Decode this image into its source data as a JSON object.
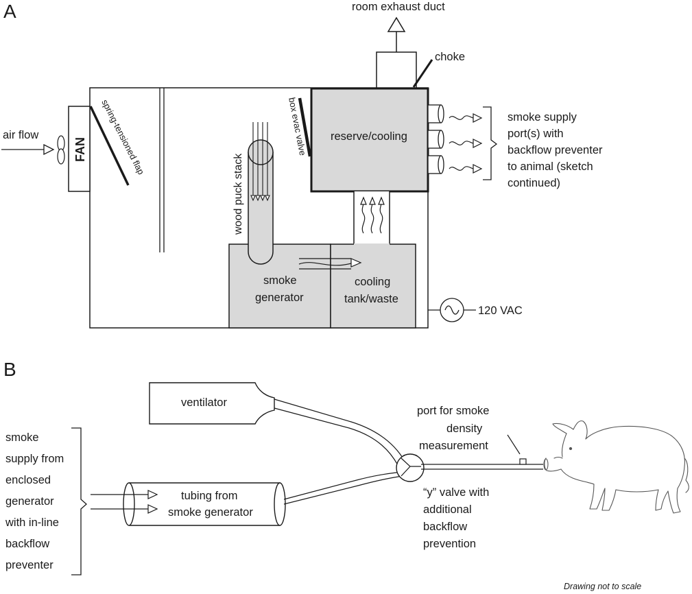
{
  "panels": {
    "a": "A",
    "b": "B"
  },
  "panel_a": {
    "room_exhaust": "room exhaust duct",
    "choke": "choke",
    "air_flow": "air flow",
    "fan": "FAN",
    "flap": "spring-tensioned flap",
    "box_evac_valve": "box evac valve",
    "reserve_cooling": "reserve/cooling",
    "wood_puck_stack": "wood puck stack",
    "smoke_generator_1": "smoke",
    "smoke_generator_2": "generator",
    "cooling_tank_1": "cooling",
    "cooling_tank_2": "tank/waste",
    "power": "120 VAC",
    "supply_lines": [
      "smoke supply",
      "port(s) with",
      "backflow preventer",
      "to animal (sketch",
      "continued)"
    ]
  },
  "panel_b": {
    "ventilator": "ventilator",
    "tubing_1": "tubing from",
    "tubing_2": "smoke generator",
    "port_lines": [
      "port for smoke",
      "density",
      "measurement"
    ],
    "y_valve_lines": [
      "“y” valve with",
      "additional",
      "backflow",
      "prevention"
    ],
    "source_lines": [
      "smoke",
      "supply from",
      "enclosed",
      "generator",
      "with in-line",
      "backflow",
      "preventer"
    ],
    "note": "Drawing not to scale"
  },
  "colors": {
    "line": "#1a1a1a",
    "fill_gray": "#d9d9d9",
    "background": "#ffffff"
  }
}
